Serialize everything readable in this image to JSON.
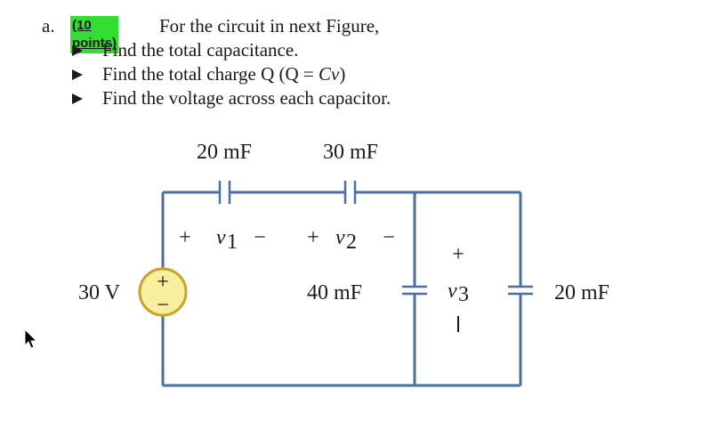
{
  "question": {
    "letter": "a.",
    "points": "(10 points)",
    "text": "For the circuit in next Figure,",
    "bullets": [
      "Find the total capacitance.",
      "Find the total charge Q (Q = ",
      "Find the voltage across each capacitor."
    ],
    "formula": "Cv",
    "formula_close": ")"
  },
  "circuit": {
    "source": {
      "label": "30 V",
      "plus": "+",
      "minus": "−"
    },
    "c1": {
      "label": "20 mF",
      "plus": "+",
      "var": "v",
      "sub": "1",
      "minus": "−"
    },
    "c2": {
      "label": "30 mF",
      "plus": "+",
      "var": "v",
      "sub": "2",
      "minus": "−"
    },
    "c3": {
      "label": "40 mF",
      "plus": "+",
      "var": "v",
      "sub": "3",
      "minus": "−"
    },
    "c4": {
      "label": "20 mF"
    },
    "colors": {
      "wire": "#4a6fa5",
      "source_fill": "#f7ee9e",
      "source_stroke": "#c9a227",
      "highlight": "#33dd33"
    }
  }
}
